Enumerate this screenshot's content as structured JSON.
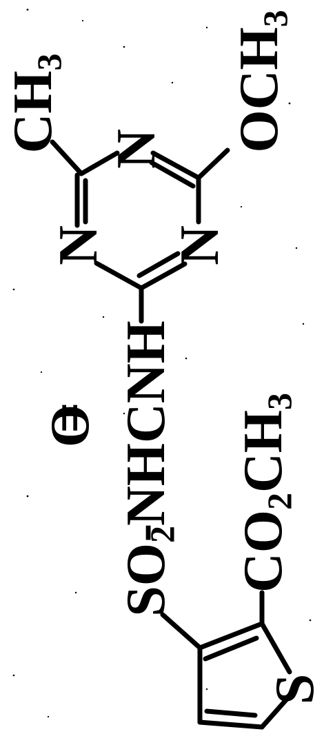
{
  "molecule": {
    "labels": {
      "ch3_top": "CH3",
      "och3": "OCH3",
      "n_top": "N",
      "n_left": "N",
      "n_right": "N",
      "carbonyl_o": "O",
      "carbonyl_eq": "=",
      "sulfonylurea": "SO2NHCNH",
      "sulfonylurea_dash": "-",
      "ester": "CO2CH3",
      "thiophene_s": "S"
    },
    "text_color": "#000000",
    "background_color": "#ffffff"
  }
}
